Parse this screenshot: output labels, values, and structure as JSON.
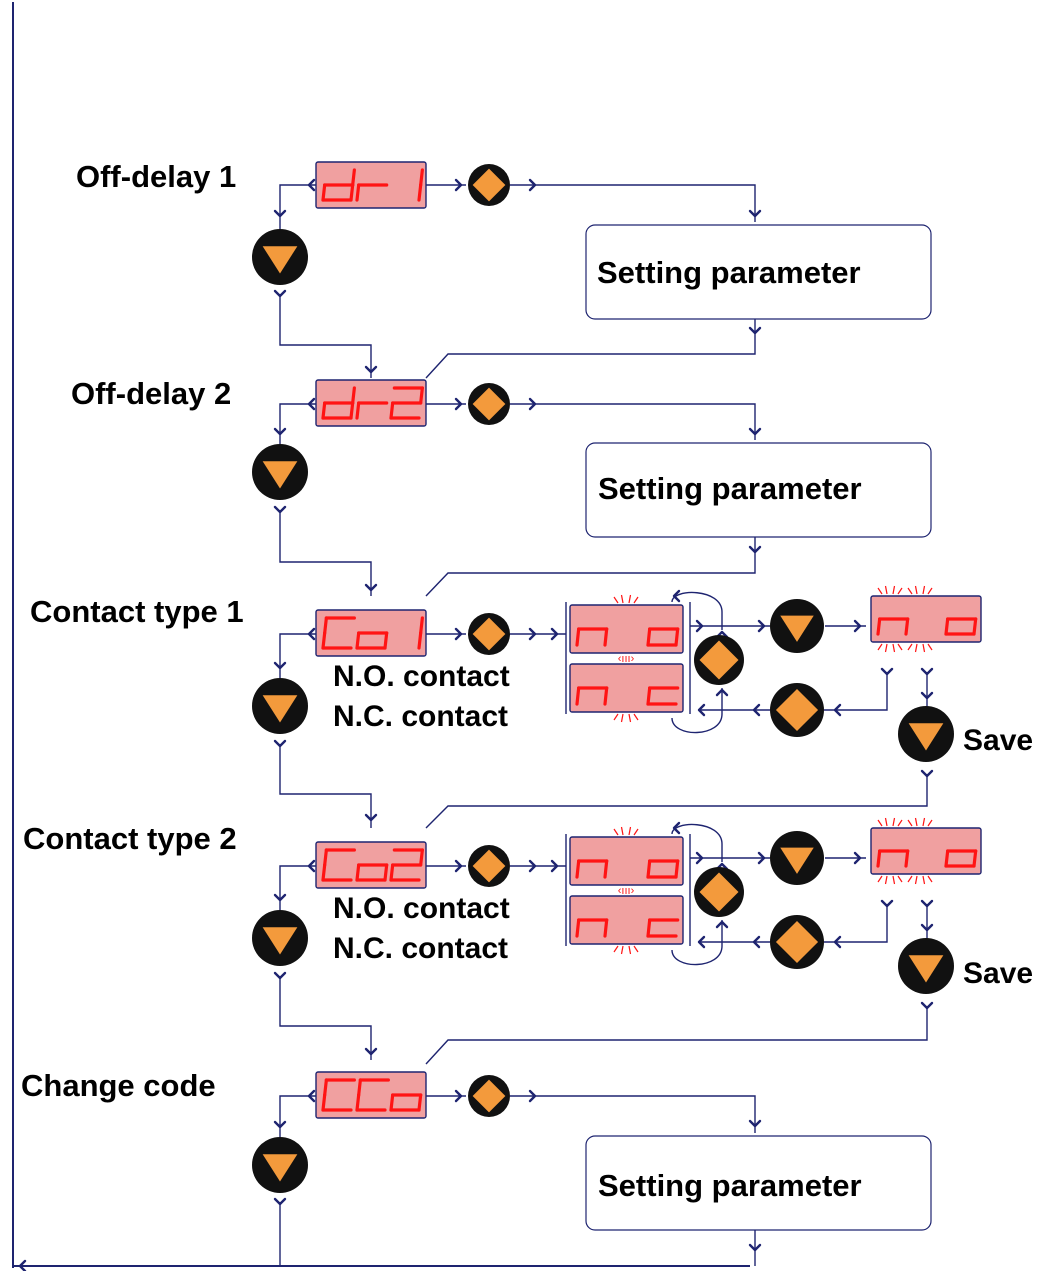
{
  "steps": {
    "off_delay_1": {
      "label": "Off-delay 1",
      "code": "dr1"
    },
    "off_delay_2": {
      "label": "Off-delay 2",
      "code": "dr2"
    },
    "contact_type_1": {
      "label": "Contact type 1",
      "code": "Co1"
    },
    "contact_type_2": {
      "label": "Contact type 2",
      "code": "Co2"
    },
    "change_code": {
      "label": "Change code",
      "code": "CCo"
    }
  },
  "setting_box_label": "Setting parameter",
  "contact_options": {
    "no_label": "N.O. contact",
    "nc_label": "N.C. contact",
    "no_code": "no",
    "nc_code": "nc"
  },
  "save_label": "Save",
  "buttons": {
    "down": "down-arrow-button",
    "set": "diamond-set-button"
  },
  "colors": {
    "lcd_bg": "#f0a0a0",
    "segment": "#ff1414",
    "wire": "#1e2470",
    "button_icon": "#f39a3c",
    "button_body": "#111111"
  }
}
